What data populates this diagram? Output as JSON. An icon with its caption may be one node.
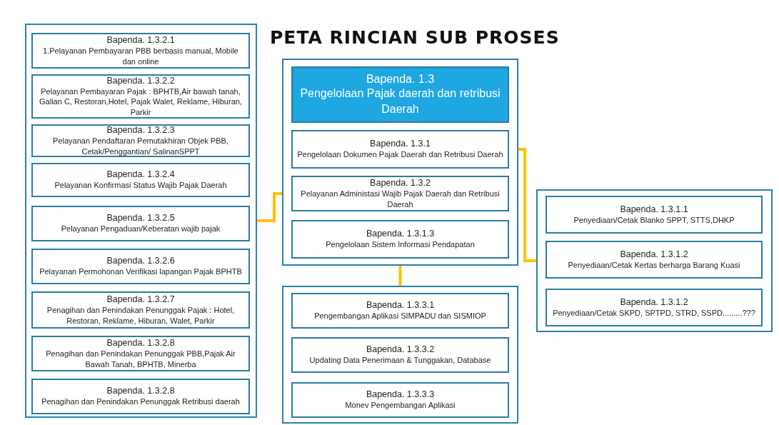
{
  "diagram": {
    "title": "PETA RINCIAN SUB PROSES",
    "nodes": [
      {
        "text": [],
        "shape": "box"
      },
      {
        "text": [
          "Bapenda. 1.3.2.1",
          "1.Pelayanan Pembayaran PBB berbasis manual, Mobile dan online"
        ],
        "in": 0
      },
      {
        "text": [
          "Bapenda. 1.3.2.2",
          "Pelayanan Pembayaran Pajak : BPHTB,Air bawah tanah, Galian C, Restoran,Hotel, Pajak Walet, Reklame, Hiburan, Parkir"
        ],
        "in": 0
      },
      {
        "text": [
          "Bapenda. 1.3.2.3",
          "Pelayanan Pendaftaran Pemutakhiran Objek PBB, Cetak/Penggantian/ SalinanSPPT"
        ],
        "in": 0
      },
      {
        "text": [
          "Bapenda. 1.3.2.4",
          "Pelayanan Konfirmasi Status Wajib Pajak Daerah"
        ],
        "in": 0
      },
      {
        "text": [
          "Bapenda. 1.3.2.5",
          "Pelayanan Pengaduan/Keberatan wajib pajak"
        ],
        "in": 0
      },
      {
        "text": [
          "Bapenda. 1.3.2.6",
          "Pelayanan Permohonan Verifikasi lapangan Pajak BPHTB"
        ],
        "in": 0
      },
      {
        "text": [
          "Bapenda. 1.3.2.7",
          "Penagihan dan Penindakan Penunggak Pajak : Hotel, Restoran, Reklame, Hiburan, Walet, Parkir"
        ],
        "in": 0
      },
      {
        "text": [
          "Bapenda. 1.3.2.8",
          "Penagihan dan Penindakan Penunggak PBB,Pajak Air Bawah Tanah, BPHTB, Minerba"
        ],
        "in": 0
      },
      {
        "text": [
          "Bapenda. 1.3.2.8",
          "Penagihan dan Penindakan Penunggak Retribusi daerah"
        ],
        "in": 0
      },
      {
        "text": [],
        "shape": "box"
      },
      {
        "text": [
          "Bapenda. 1.3",
          "Pengelolaan Pajak daerah dan retribusi Daerah"
        ],
        "in": 10
      },
      {
        "text": [
          "Bapenda. 1.3.1",
          "Pengelolaan Dokumen Pajak Daerah dan Retribusi Daerah"
        ],
        "in": 10
      },
      {
        "text": [
          "Bapenda. 1.3.2",
          "Pelayanan Administasi Wajib Pajak Daerah dan Retribusi Daerah"
        ],
        "in": 10
      },
      {
        "text": [
          "Bapenda. 1.3.1.3",
          "Pengelolaan Sistem Informasi Pendapatan"
        ],
        "in": 10
      },
      {
        "text": [],
        "shape": "box"
      },
      {
        "text": [
          "Bapenda. 1.3.3.1",
          "Pengembangan Aplikasi SIMPADU dan SISMIOP"
        ],
        "in": 15
      },
      {
        "text": [
          "Bapenda. 1.3.3.2",
          "Updating Data Penerimaan & Tunggakan, Database"
        ],
        "in": 15
      },
      {
        "text": [
          "Bapenda. 1.3.3.3",
          "Monev Pengembangan Aplikasi"
        ],
        "in": 15
      },
      {
        "text": [],
        "shape": "box"
      },
      {
        "text": [
          "Bapenda. 1.3.1.1",
          "Penyediaan/Cetak Blanko SPPT, STTS,DHKP"
        ],
        "in": 19
      },
      {
        "text": [
          "Bapenda. 1.3.1.2",
          "Penyediaan/Cetak Kertas berharga Barang Kuasi"
        ],
        "in": 19
      },
      {
        "text": [
          "Bapenda. 1.3.1.2",
          "Penyediaan/Cetak SKPD, SPTPD, STRD, SSPD.........???"
        ],
        "in": 19
      }
    ],
    "edges": [
      {
        "from": 13,
        "to": 0,
        "arrow": "none"
      },
      {
        "from": 12,
        "to": 19,
        "arrow": "none"
      },
      {
        "from": 10,
        "to": 15,
        "arrow": "none"
      }
    ]
  }
}
